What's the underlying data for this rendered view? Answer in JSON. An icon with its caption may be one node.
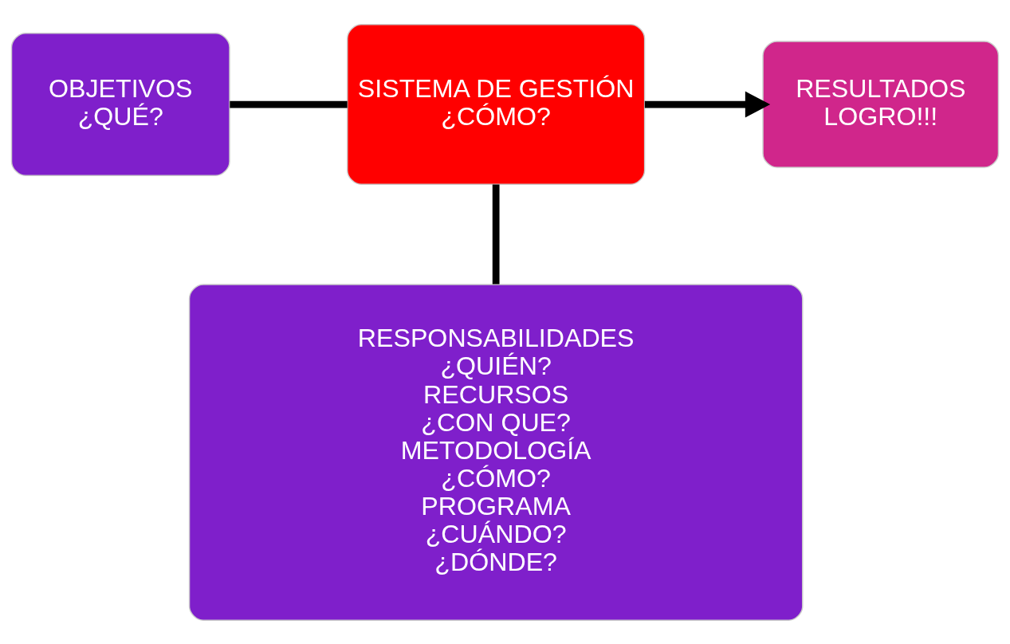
{
  "diagram": {
    "nodes": [
      {
        "text": [
          "OBJETIVOS",
          "¿QUÉ?"
        ]
      },
      {
        "text": [
          "SISTEMA DE GESTIÓN",
          "¿CÓMO?"
        ]
      },
      {
        "text": [
          "RESULTADOS",
          "LOGRO!!!"
        ]
      },
      {
        "text": [
          "RESPONSABILIDADES",
          "¿QUIÉN?",
          "RECURSOS",
          "¿CON QUE?",
          "METODOLOGÍA",
          "¿CÓMO?",
          "PROGRAMA",
          "¿CUÁNDO?",
          "¿DÓNDE?"
        ]
      }
    ],
    "edges": [
      {
        "from": 0,
        "to": 1,
        "arrow": "none"
      },
      {
        "from": 1,
        "to": 2,
        "arrow": "to"
      },
      {
        "from": 1,
        "to": 3,
        "arrow": "none"
      }
    ]
  }
}
